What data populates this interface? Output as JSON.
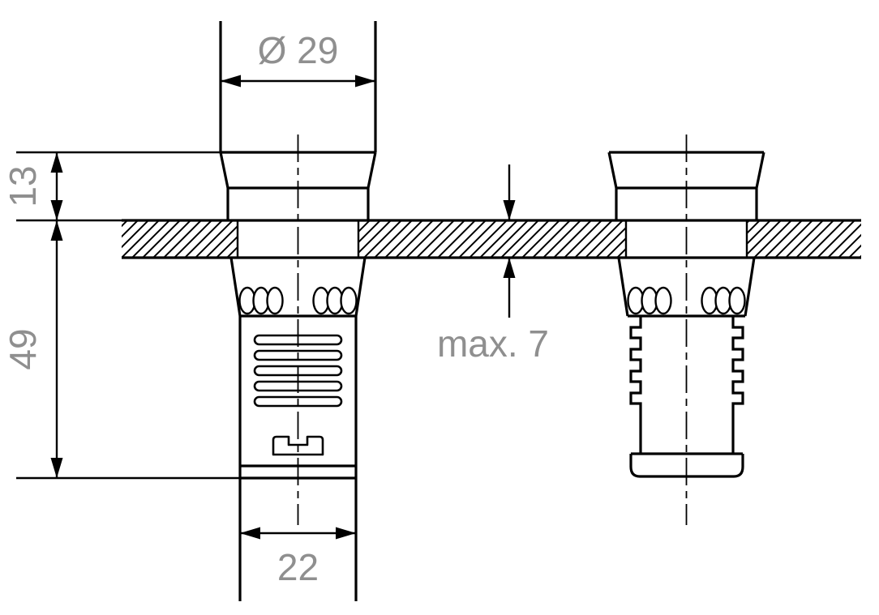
{
  "colors": {
    "line": "#000000",
    "dimension_text": "#8f8f8f",
    "background": "#ffffff"
  },
  "drawing": {
    "labels": {
      "diameter": "Ø 29",
      "bezel_height": "13",
      "depth": "49",
      "width": "22",
      "panel_thickness": "max. 7"
    }
  }
}
